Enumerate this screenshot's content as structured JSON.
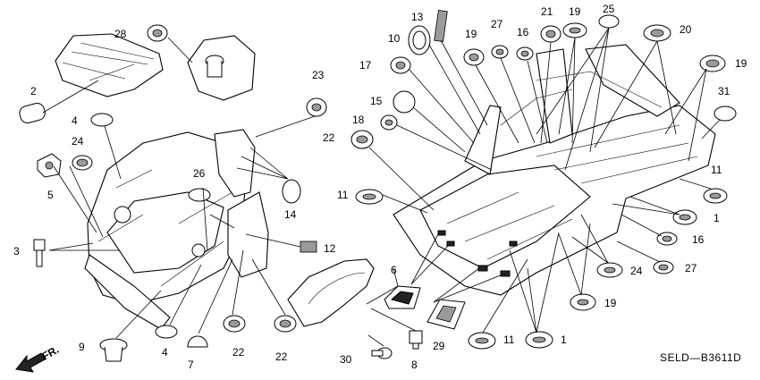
{
  "diagram_code": "SELD—B3611D",
  "direction_label": "FR.",
  "callouts": [
    "1",
    "2",
    "3",
    "4",
    "5",
    "6",
    "7",
    "8",
    "9",
    "10",
    "11",
    "12",
    "13",
    "14",
    "15",
    "16",
    "17",
    "18",
    "19",
    "20",
    "21",
    "22",
    "23",
    "24",
    "25",
    "26",
    "27",
    "28",
    "29",
    "30",
    "31"
  ]
}
